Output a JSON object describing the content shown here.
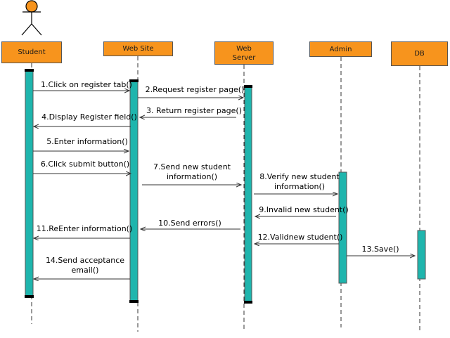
{
  "actor": {
    "name": "student-actor-icon"
  },
  "lifelines": [
    {
      "key": "student",
      "label": "Student"
    },
    {
      "key": "website",
      "label": "Web Site"
    },
    {
      "key": "webserver",
      "label": "Web\nServer"
    },
    {
      "key": "admin",
      "label": "Admin"
    },
    {
      "key": "db",
      "label": "DB"
    }
  ],
  "messages": [
    {
      "label": "1.Click on register tab()",
      "from": "student",
      "to": "website",
      "kind": "call"
    },
    {
      "label": "2.Request register page()",
      "from": "website",
      "to": "webserver",
      "kind": "call"
    },
    {
      "label": "3. Return register page()",
      "from": "webserver",
      "to": "website",
      "kind": "return"
    },
    {
      "label": "4.Display Register field()",
      "from": "website",
      "to": "student",
      "kind": "return"
    },
    {
      "label": "5.Enter information()",
      "from": "student",
      "to": "website",
      "kind": "call"
    },
    {
      "label": "6.Click submit button()",
      "from": "student",
      "to": "website",
      "kind": "call"
    },
    {
      "label": "7.Send new student\ninformation()",
      "from": "website",
      "to": "webserver",
      "kind": "call"
    },
    {
      "label": "8.Verify new student\ninformation()",
      "from": "webserver",
      "to": "admin",
      "kind": "call"
    },
    {
      "label": "9.Invalid new student()",
      "from": "admin",
      "to": "webserver",
      "kind": "return"
    },
    {
      "label": "10.Send errors()",
      "from": "webserver",
      "to": "website",
      "kind": "return"
    },
    {
      "label": "11.ReEnter information()",
      "from": "website",
      "to": "student",
      "kind": "return"
    },
    {
      "label": "12.Validnew student()",
      "from": "admin",
      "to": "webserver",
      "kind": "return"
    },
    {
      "label": "13.Save()",
      "from": "admin",
      "to": "db",
      "kind": "call"
    },
    {
      "label": "14.Send acceptance\nemail()",
      "from": "website",
      "to": "student",
      "kind": "return"
    }
  ],
  "colors": {
    "header_fill": "#f7941d",
    "activation_fill": "#1fb5ad",
    "activation_cap": "#000000",
    "line": "#333333"
  }
}
